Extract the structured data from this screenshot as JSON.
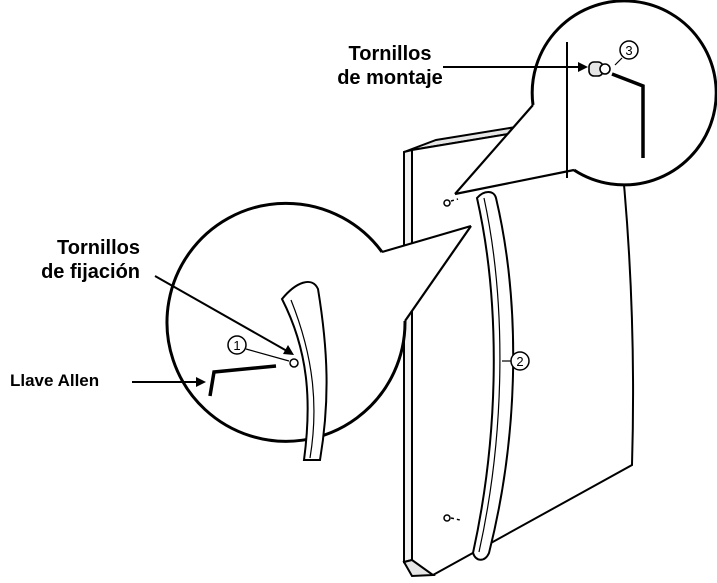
{
  "labels": {
    "mounting_screws": [
      "Tornillos",
      "de montaje"
    ],
    "set_screws": [
      "Tornillos",
      "de fijación"
    ],
    "allen_key": "Llave Allen"
  },
  "parts": {
    "set_screw_number": "1",
    "handle_number": "2",
    "mounting_screw_number": "3"
  },
  "colors": {
    "line": "#000000",
    "fill": "#ffffff",
    "shade": "#d9d9d9"
  }
}
